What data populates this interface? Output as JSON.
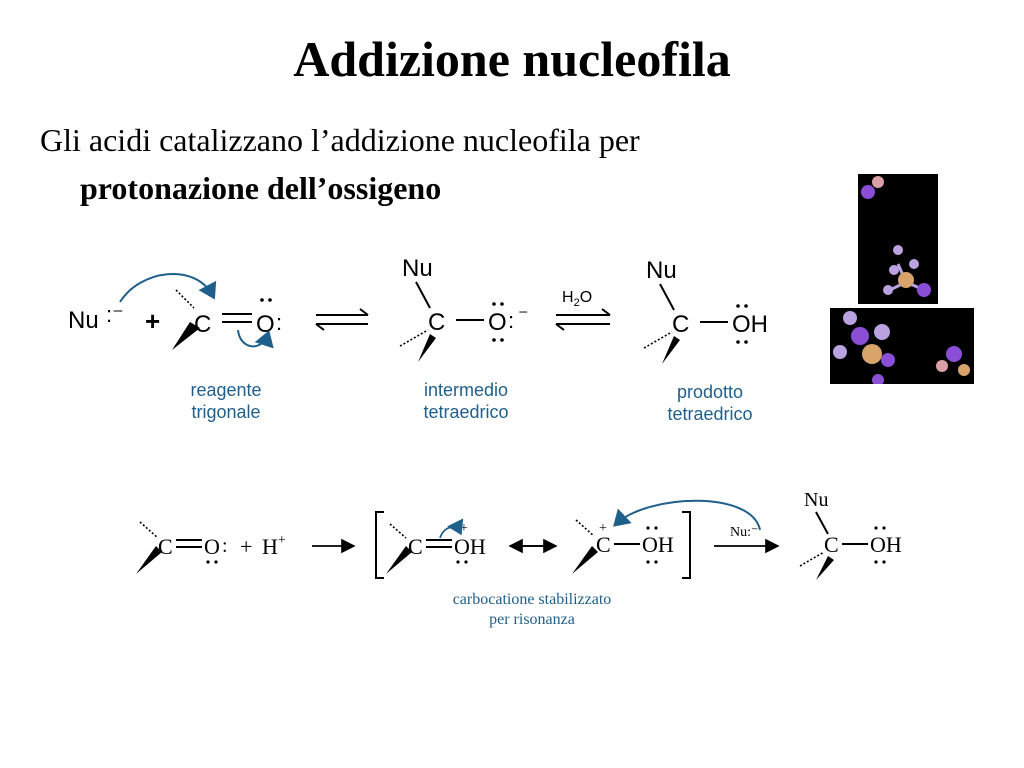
{
  "slide": {
    "title": "Addizione nucleofila",
    "bullet_line1": "Gli acidi catalizzano l’addizione nucleofila per",
    "bullet_line2": "protonazione dell’ossigeno"
  },
  "scheme1": {
    "nu": "Nu",
    "nu_charge": ":⁻",
    "plus": "+",
    "c": "C",
    "o": "O",
    "o_colon": ":",
    "h2o_h": "H",
    "h2o_sub": "2",
    "h2o_o": "O",
    "oh": "OH",
    "minus": "⁻",
    "labels": {
      "reagent_line1": "reagente",
      "reagent_line2": "trigonale",
      "intermediate_line1": "intermedio",
      "intermediate_line2": "tetraedrico",
      "product_line1": "prodotto",
      "product_line2": "tetraedrico"
    }
  },
  "scheme2": {
    "c": "C",
    "o": "O",
    "plus": "+",
    "h": "H",
    "oh": "OH",
    "nu_reagent": "Nu:⁻",
    "nu": "Nu",
    "label_line1": "carbocatione stabilizzato",
    "label_line2": "per risonanza"
  },
  "colors": {
    "arrow_blue": "#1f5f8b",
    "label_blue": "#1f5f8b",
    "atom_purple": "#8a4fd6",
    "atom_lavender": "#b8a2e0",
    "atom_tan": "#d9a46b",
    "atom_pink": "#d9a0a6",
    "panel_bg": "#000000"
  }
}
